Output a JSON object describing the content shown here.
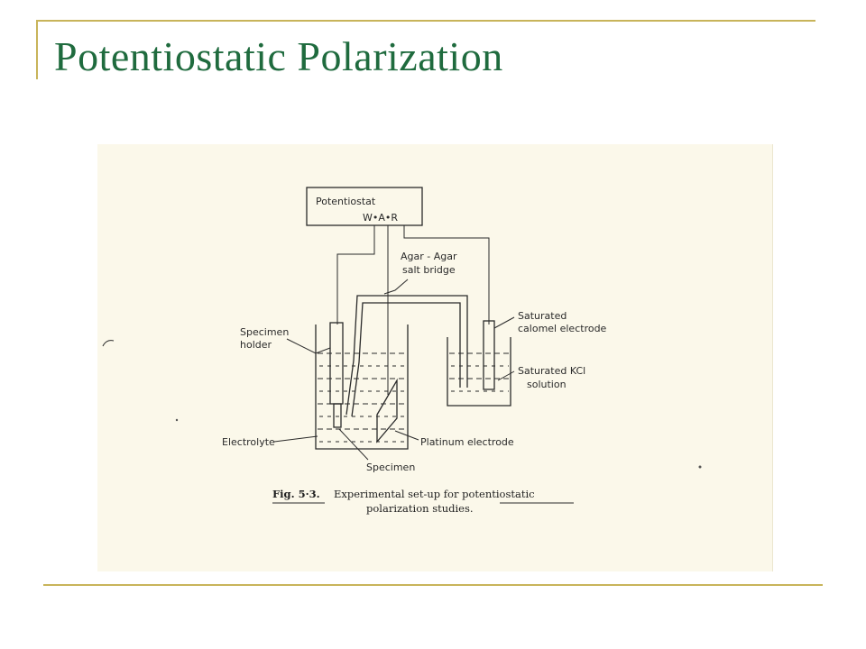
{
  "slide": {
    "title": "Potentiostatic Polarization",
    "accent_color": "#1f6b3e",
    "frame_color": "#c8b45a"
  },
  "figure": {
    "potentiostat": {
      "name": "Potentiostat",
      "terminals": "W•A•R"
    },
    "labels": {
      "salt_bridge_1": "Agar - Agar",
      "salt_bridge_2": "salt bridge",
      "specimen_holder_1": "Specimen",
      "specimen_holder_2": "holder",
      "calomel_1": "Saturated",
      "calomel_2": "calomel electrode",
      "kcl_1": "Saturated KCl",
      "kcl_2": "solution",
      "electrolyte": "Electrolyte",
      "platinum": "Platinum electrode",
      "specimen": "Specimen"
    },
    "caption": {
      "fig_number": "Fig. 5·3.",
      "line1": "Experimental set-up for potentiostatic",
      "line2": "polarization studies."
    }
  }
}
